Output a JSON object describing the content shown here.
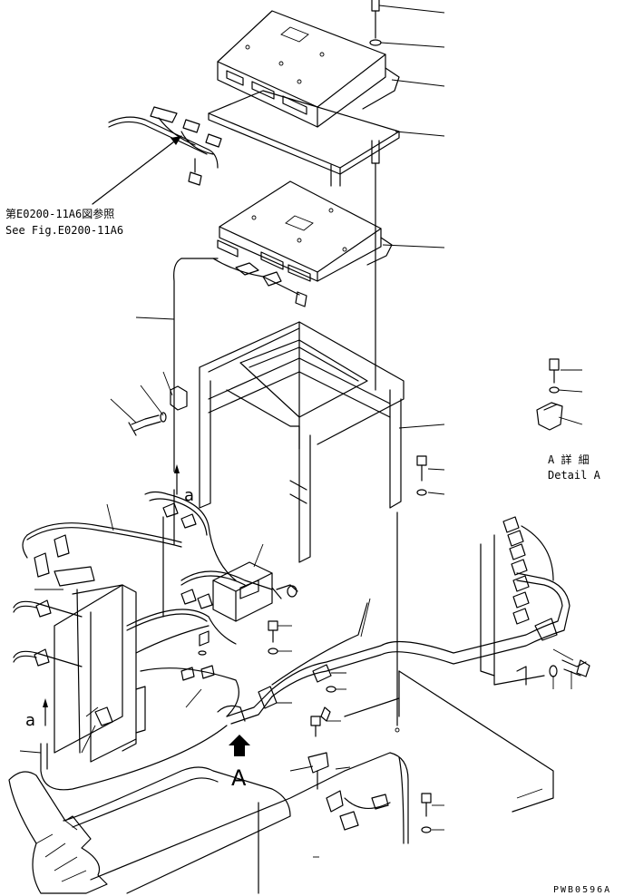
{
  "reference": {
    "jp": "第E0200-11A6図参照",
    "en": "See Fig.E0200-11A6"
  },
  "detail": {
    "jp": "A 詳 細",
    "en": "Detail A"
  },
  "markers": {
    "a_upper": "a",
    "a_lower": "a",
    "view_a": "A"
  },
  "drawing_code": "PWB0596A"
}
